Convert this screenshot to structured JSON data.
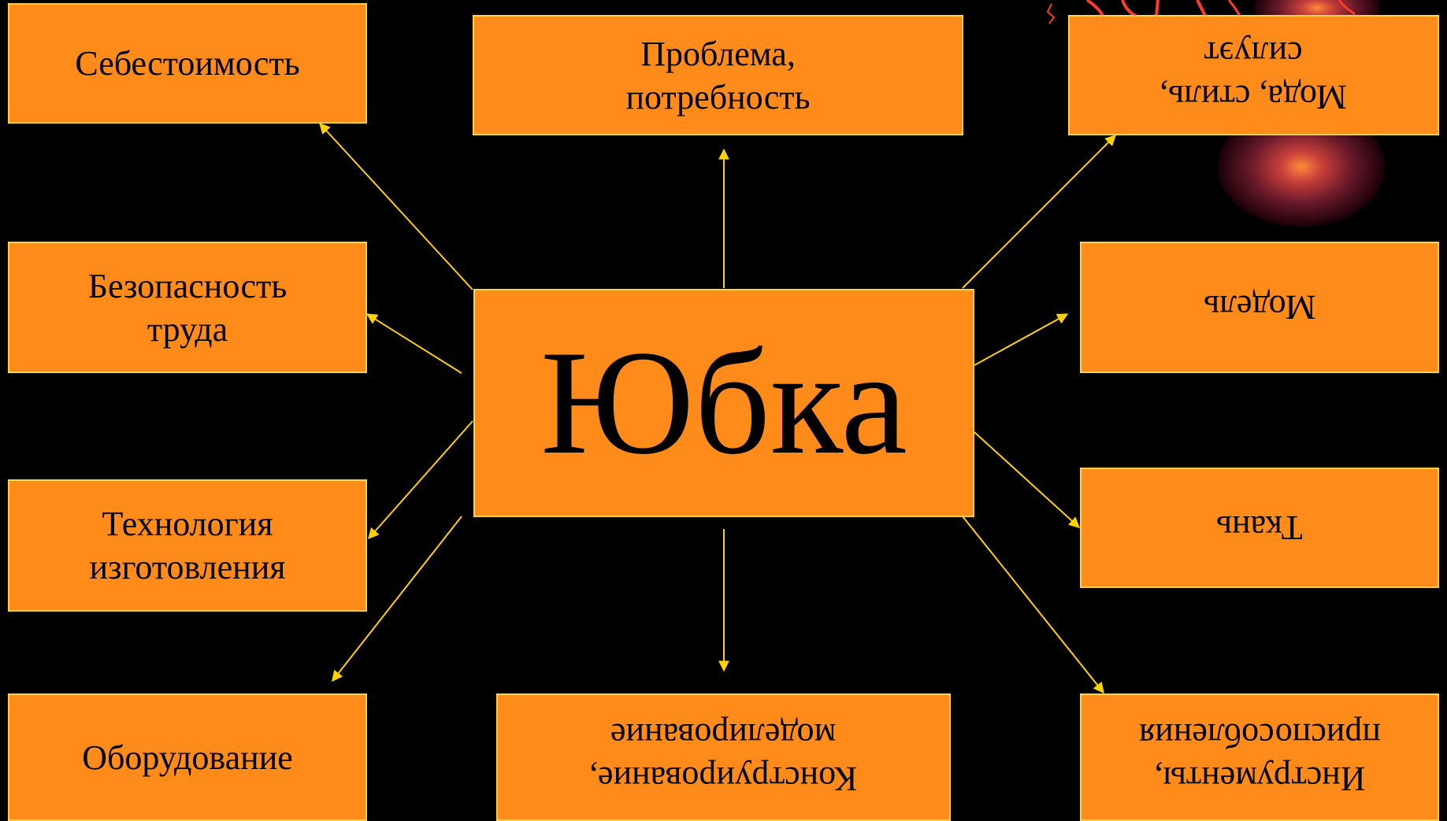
{
  "colors": {
    "background": "#000000",
    "box_fill": "#ff8c1a",
    "box_border": "#ffd24a",
    "arrow": "#ffd200",
    "text": "#000000"
  },
  "center": {
    "label": "Юбка"
  },
  "nodes": {
    "sebestoimost": {
      "label": "Себестоимость"
    },
    "problema": {
      "line1": "Проблема,",
      "line2": "потребность"
    },
    "moda": {
      "line1": "Мода, стиль,",
      "line2": "силуэт"
    },
    "bezopasnost": {
      "line1": "Безопасность",
      "line2": "труда"
    },
    "model": {
      "label": "Модель"
    },
    "tehnologiya": {
      "line1": "Технология",
      "line2": "изготовления"
    },
    "tkan": {
      "label": "Ткань"
    },
    "oborudovanie": {
      "label": "Оборудование"
    },
    "konstruirovanie": {
      "line1": "Конструирование,",
      "line2": "моделирование"
    },
    "instrumenty": {
      "line1": "Инструменты,",
      "line2": "приспособления"
    }
  }
}
